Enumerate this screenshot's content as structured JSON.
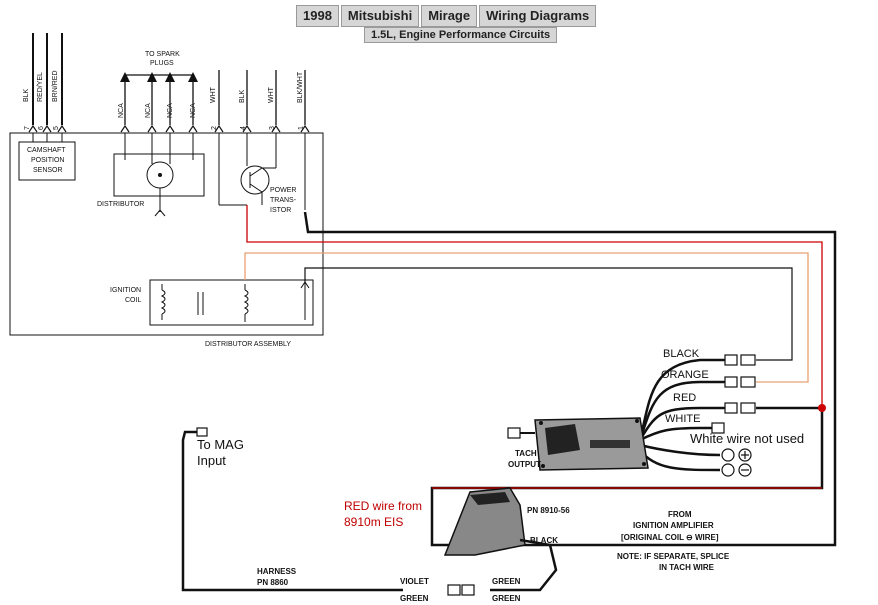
{
  "title": {
    "year": "1998",
    "make": "Mitsubishi",
    "model": "Mirage",
    "section": "Wiring Diagrams"
  },
  "subtitle": "1.5L, Engine Performance Circuits",
  "top_wires": {
    "blk": "BLK",
    "red_yel": "RED/YEL",
    "brn_red": "BRN/RED",
    "nca": "NCA",
    "wht": "WHT",
    "blk_wht": "BLK/WHT"
  },
  "pins": [
    "7",
    "6",
    "5",
    "2",
    "4",
    "3",
    "1"
  ],
  "to_spark_plugs": [
    "TO SPARK",
    "PLUGS"
  ],
  "camshaft_sensor": [
    "CAMSHAFT",
    "POSITION",
    "SENSOR"
  ],
  "distributor": "DISTRIBUTOR",
  "power_transistor": [
    "POWER",
    "TRANS-",
    "ISTOR"
  ],
  "ignition_coil": [
    "IGNITION",
    "COIL"
  ],
  "distributor_assembly": "DISTRIBUTOR ASSEMBLY",
  "harness_wires": {
    "black": "BLACK",
    "orange": "ORANGE",
    "red": "RED",
    "white": "WHITE"
  },
  "white_not_used": "White wire not used",
  "tach_output": [
    "TACH",
    "OUTPUT"
  ],
  "to_mag_input": [
    "To MAG",
    "Input"
  ],
  "red_wire_note": [
    "RED wire from",
    "8910m EIS"
  ],
  "part_number": "PN 8910-56",
  "sensor_black": "BLACK",
  "from_note": [
    "FROM",
    "IGNITION AMPLIFIER",
    "[ORIGINAL COIL ⊖ WIRE]"
  ],
  "splice_note": [
    "NOTE: IF SEPARATE, SPLICE",
    "IN TACH WIRE"
  ],
  "harness_label": [
    "HARNESS",
    "PN 8860"
  ],
  "connector_labels": {
    "violet": "VIOLET",
    "green": "GREEN"
  },
  "colors": {
    "red_wire": "#cc0000",
    "orange_wire": "#e8a070",
    "black_wire": "#111111"
  }
}
